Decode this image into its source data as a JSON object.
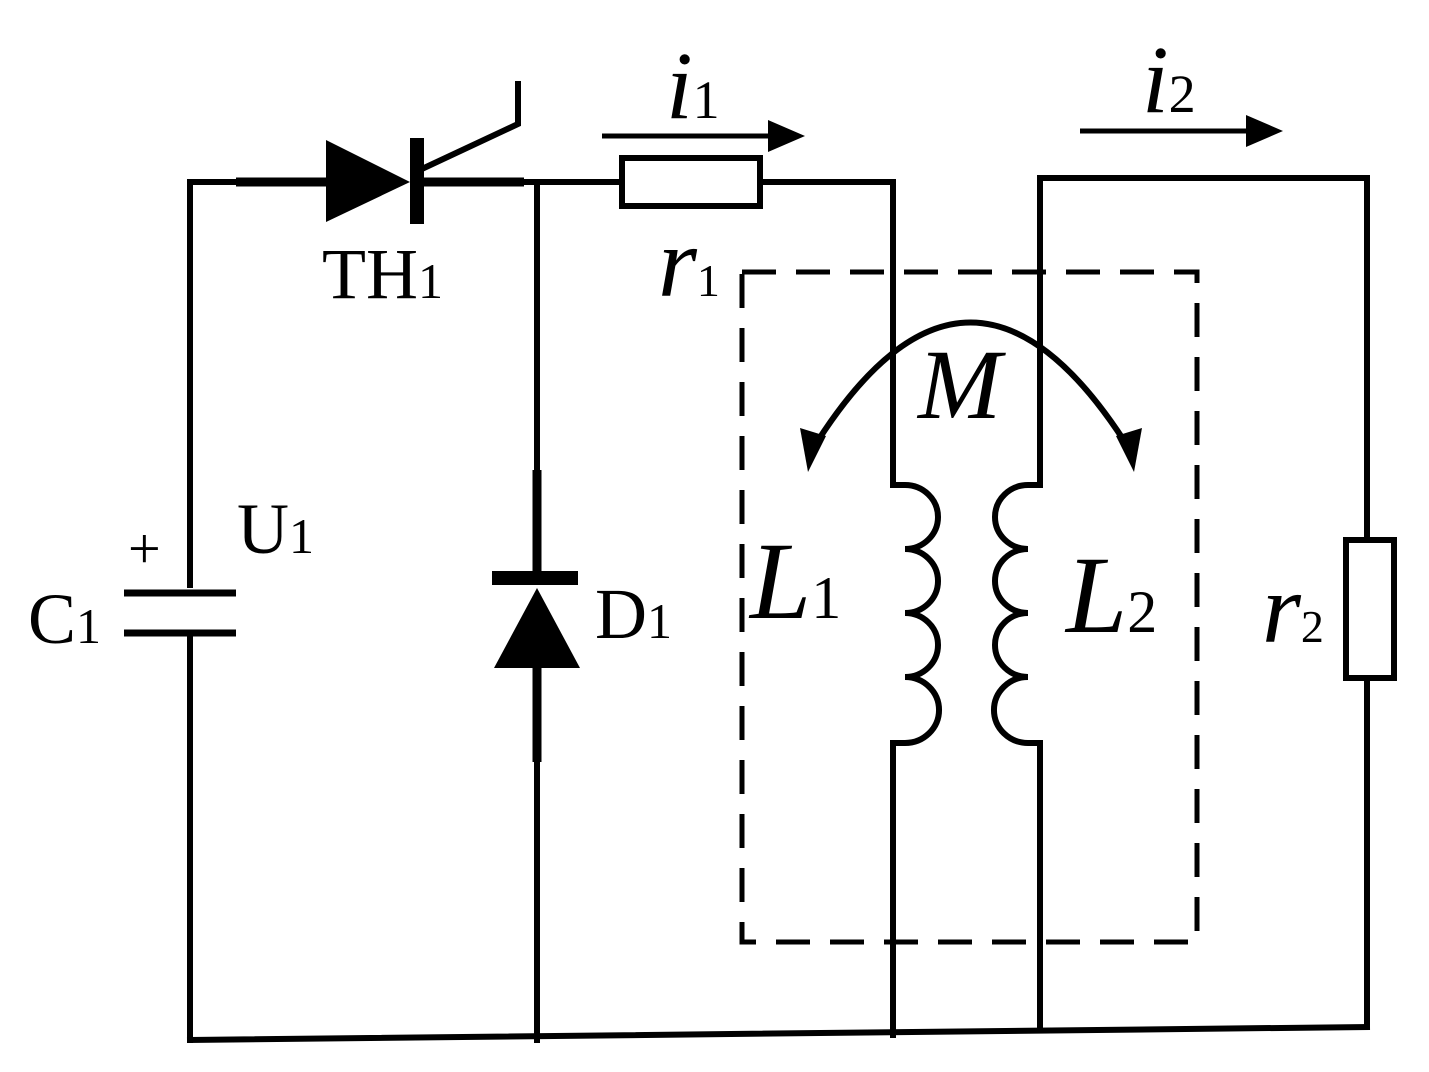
{
  "labels": {
    "capacitor": "C",
    "capacitor_sub": "1",
    "voltage": "U",
    "voltage_sub": "1",
    "plus": "+",
    "thyristor": "TH",
    "thyristor_sub": "1",
    "diode": "D",
    "diode_sub": "1",
    "current1": "i",
    "current1_sub": "1",
    "current2": "i",
    "current2_sub": "2",
    "resistor1": "r",
    "resistor1_sub": "1",
    "resistor2": "r",
    "resistor2_sub": "2",
    "inductor1": "L",
    "inductor1_sub": "1",
    "inductor2": "L",
    "inductor2_sub": "2",
    "mutual": "M"
  }
}
